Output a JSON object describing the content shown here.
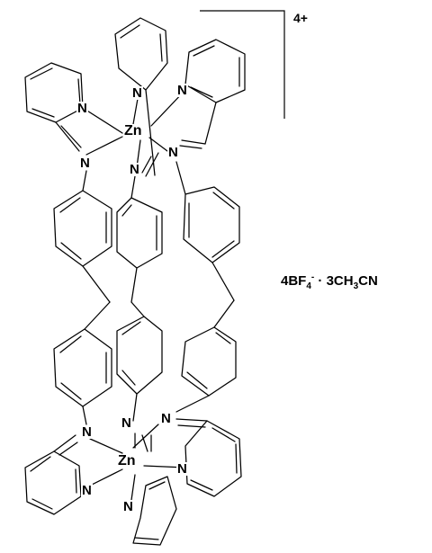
{
  "complex": {
    "charge": "4+",
    "metal_label": "Zn",
    "nitrogen_label": "N"
  },
  "counterion": {
    "prefix": "4BF",
    "sub1": "4",
    "sup1": "-",
    "dot": " · 3CH",
    "sub2": "3",
    "suffix": "CN"
  }
}
